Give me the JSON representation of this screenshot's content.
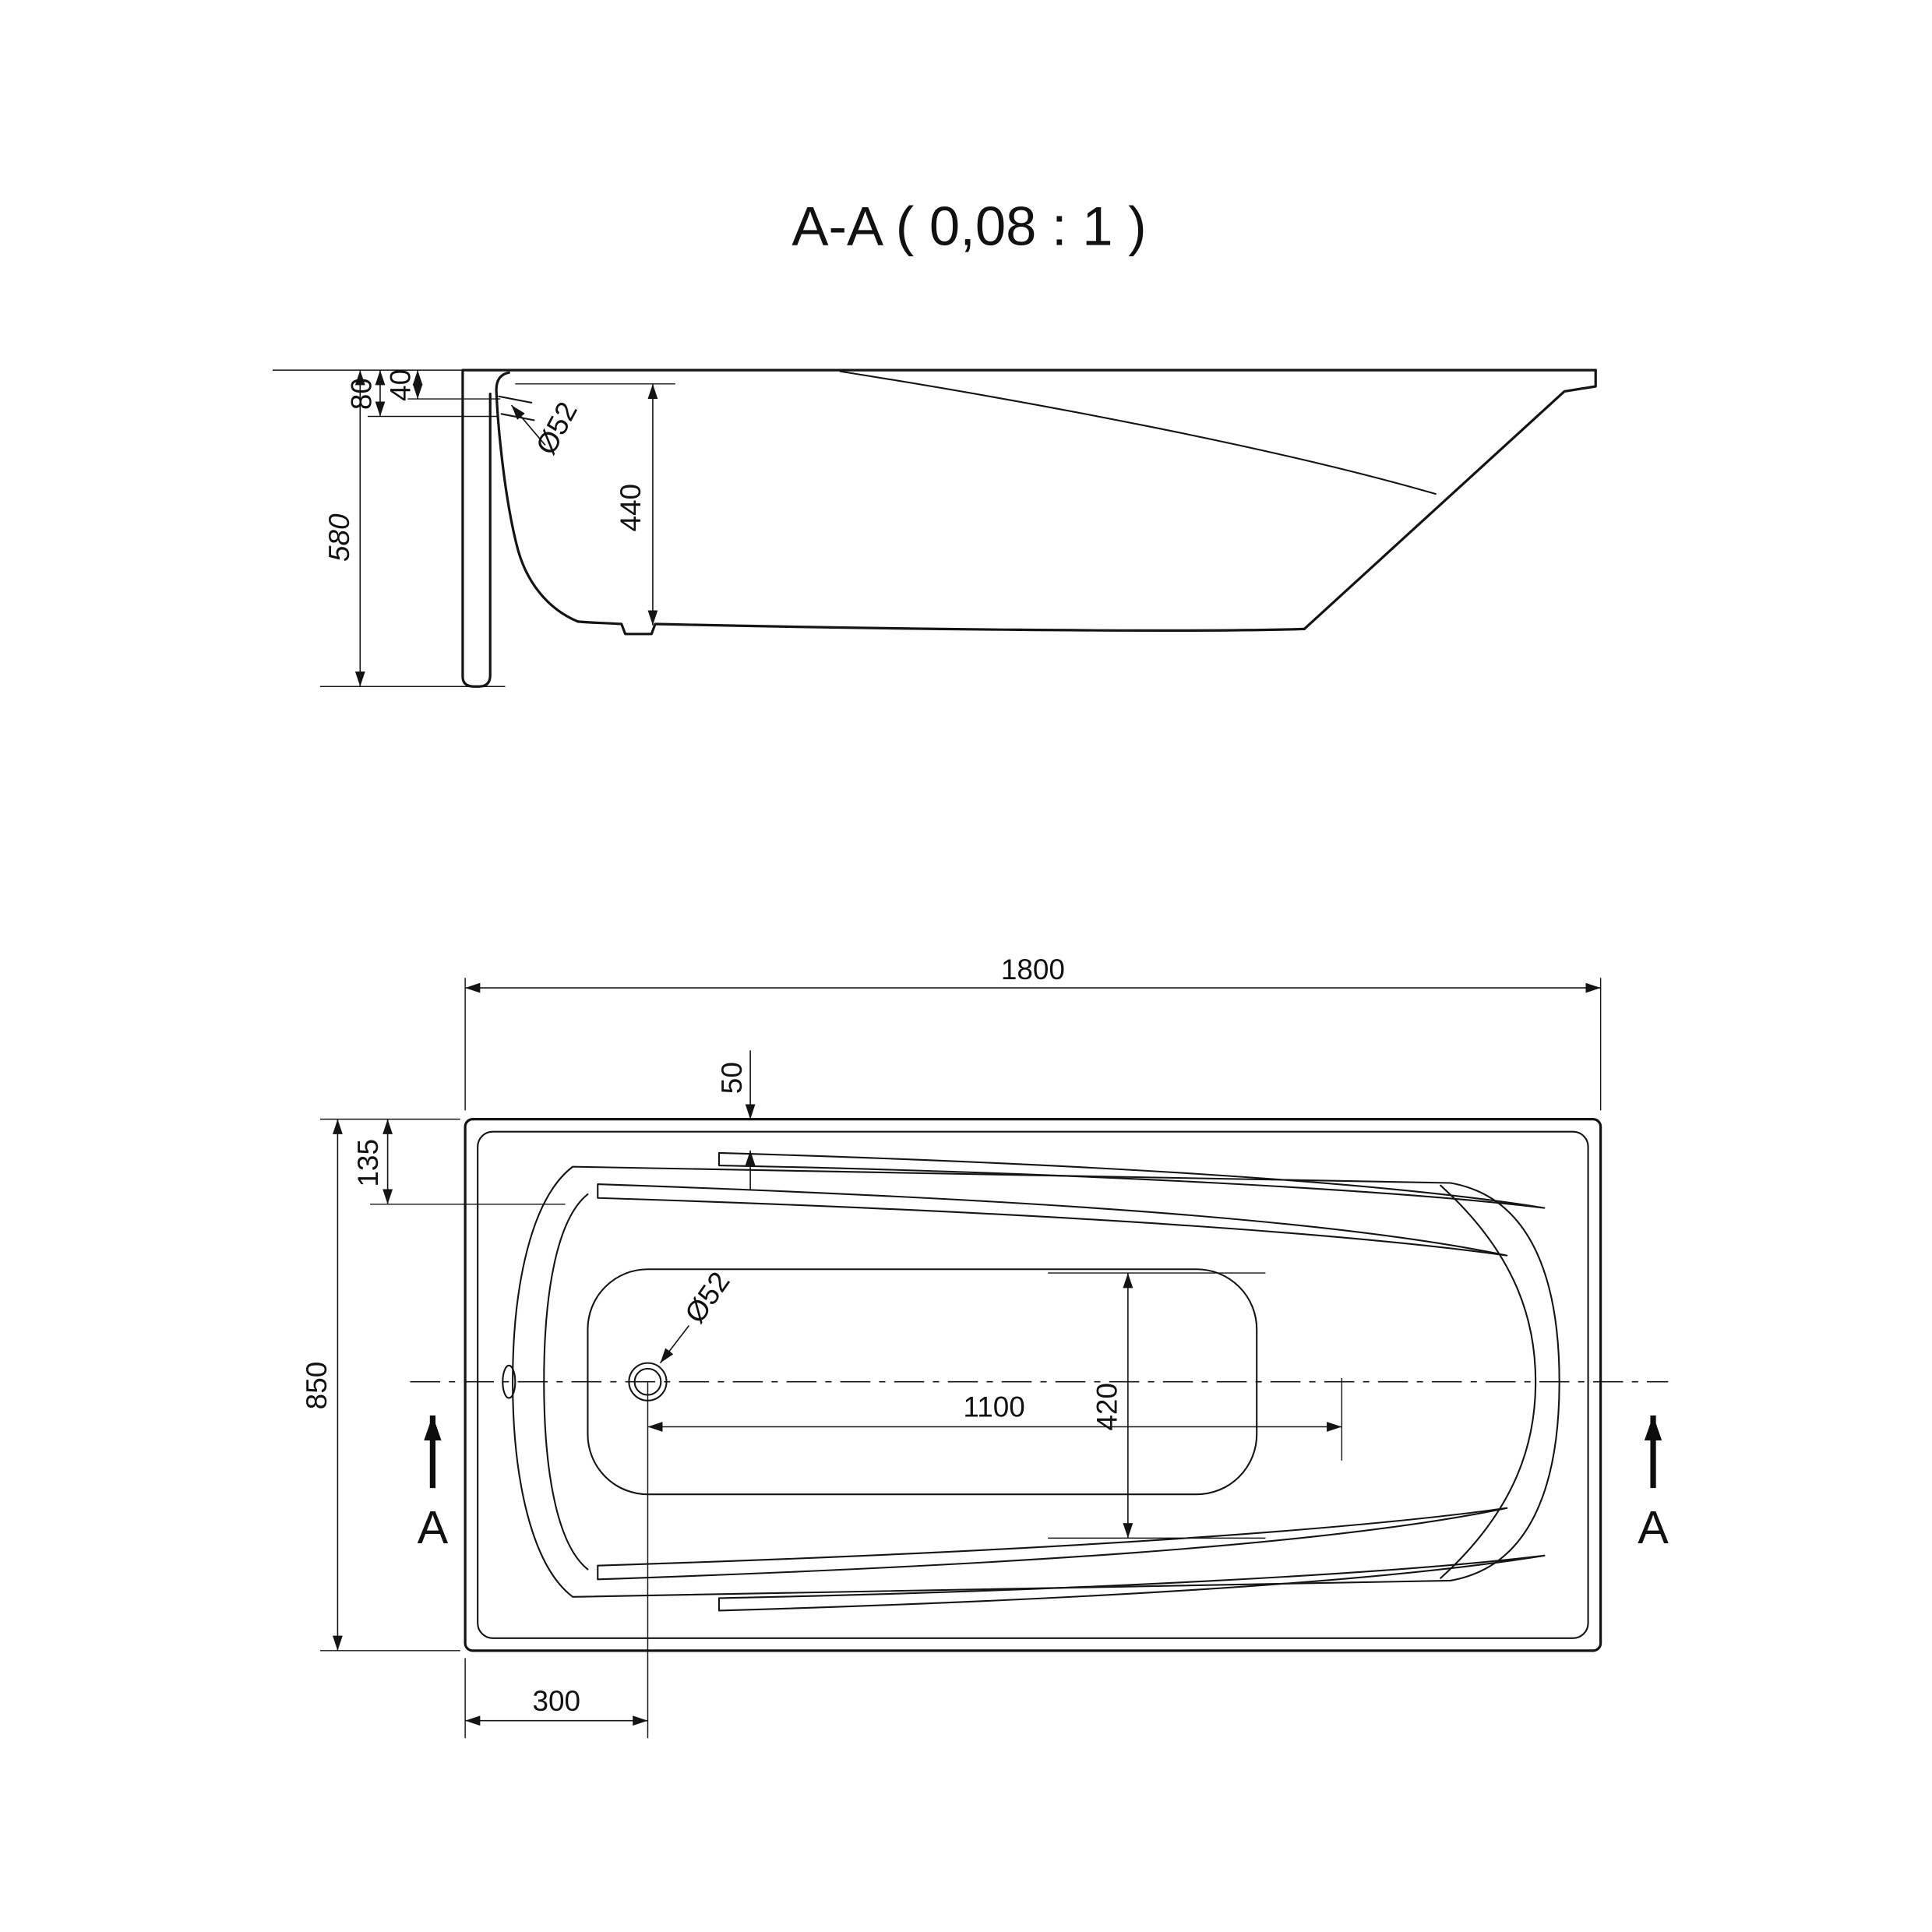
{
  "drawing": {
    "title": "A-A ( 0,08 : 1 )",
    "background": "#ffffff",
    "ink": "#141414"
  },
  "section_view": {
    "description": "bathtub-side-section",
    "dims": {
      "overall_height": "580",
      "inner_depth": "440",
      "overflow_bottom_offset": "80",
      "overflow_top_offset": "40",
      "overflow_diameter": "Ø52"
    }
  },
  "plan_view": {
    "description": "bathtub-top-view",
    "dims": {
      "overall_length": "1800",
      "overall_width": "850",
      "rim_offset_top": "50",
      "rim_offset_left": "135",
      "floor_width": "420",
      "drain_to_floor_end": "1100",
      "drain_from_left_edge": "300",
      "drain_diameter": "Ø52"
    },
    "section_marker": "A"
  }
}
